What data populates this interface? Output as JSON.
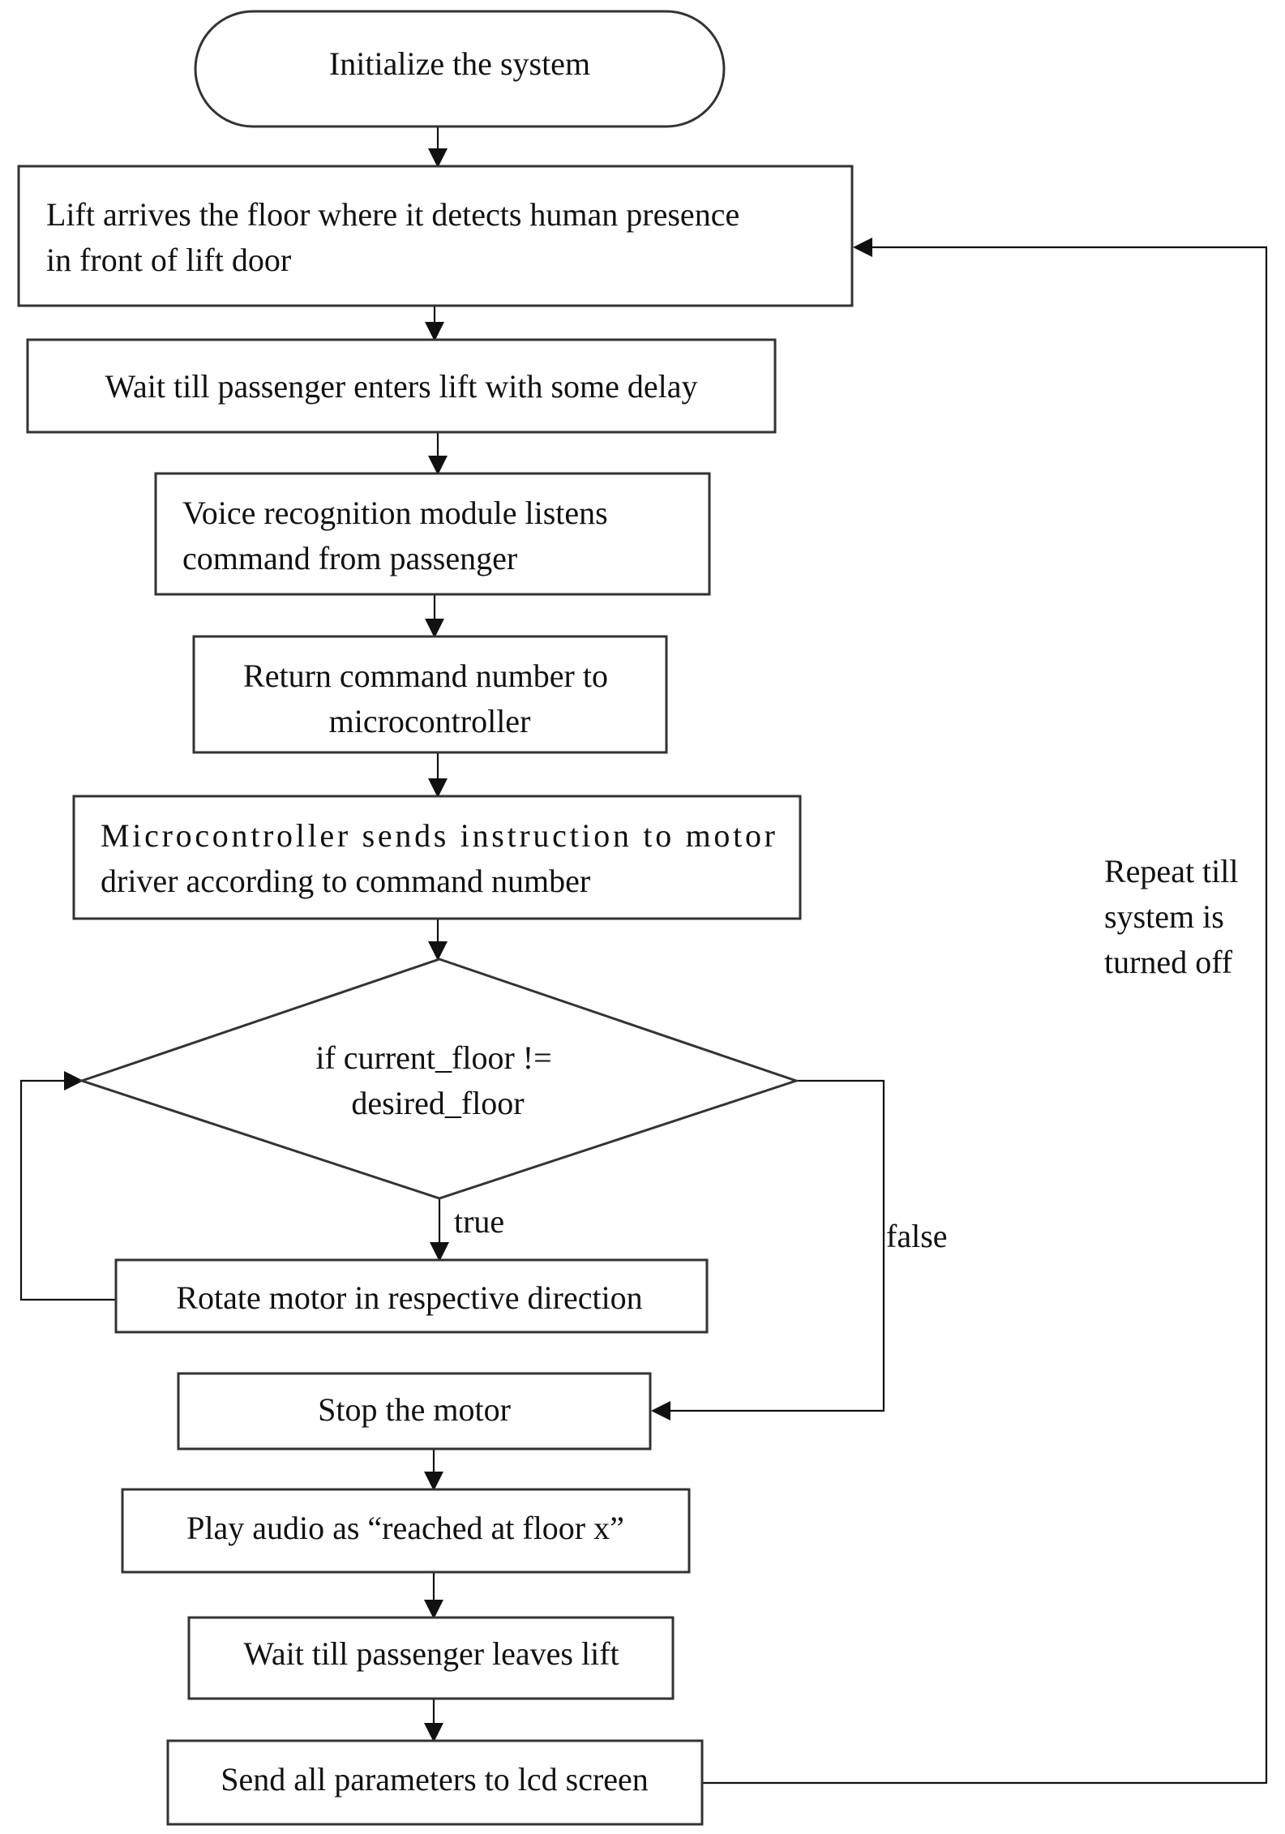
{
  "flowchart": {
    "start": {
      "lines": [
        "Initialize the system"
      ]
    },
    "lift_arrives": {
      "lines": [
        "Lift arrives the floor where it detects human presence",
        "in front of lift door"
      ]
    },
    "wait_enter": {
      "lines": [
        "Wait till passenger enters lift with some delay"
      ]
    },
    "voice_module": {
      "lines": [
        "Voice recognition module listens",
        "command from passenger"
      ]
    },
    "return_command": {
      "lines": [
        "Return command number to",
        "microcontroller"
      ]
    },
    "micro_sends": {
      "lines": [
        "Microcontroller sends instruction to motor",
        "driver according to command number"
      ]
    },
    "decision": {
      "lines": [
        "if current_floor !=",
        "desired_floor"
      ]
    },
    "rotate_motor": {
      "lines": [
        "Rotate motor in respective direction"
      ]
    },
    "stop_motor": {
      "lines": [
        "Stop the motor"
      ]
    },
    "play_audio": {
      "lines": [
        "Play audio as “reached at floor x”"
      ]
    },
    "wait_leave": {
      "lines": [
        "Wait till passenger leaves lift"
      ]
    },
    "send_params": {
      "lines": [
        "Send all parameters to lcd screen"
      ]
    }
  },
  "edge_labels": {
    "true_label": "true",
    "false_label": "false",
    "repeat_lines": [
      "Repeat till",
      "system is",
      "turned off"
    ]
  }
}
